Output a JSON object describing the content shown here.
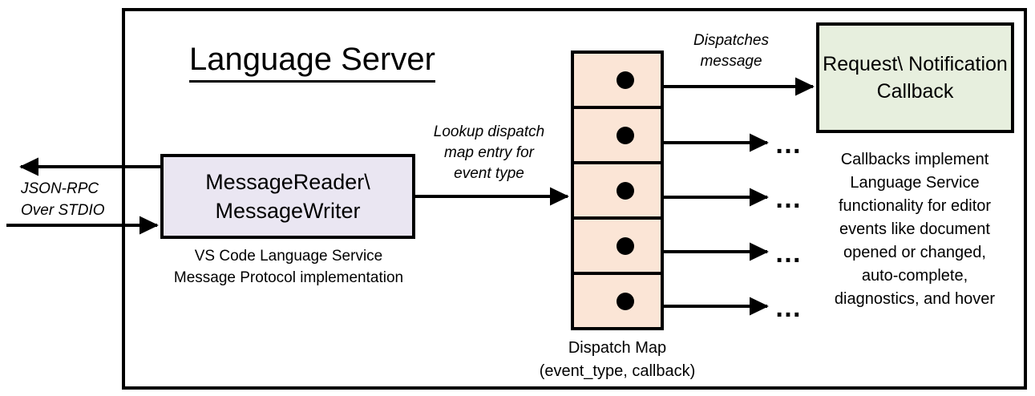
{
  "diagram": {
    "title": "Language Server",
    "frame_label": "language-server-boundary",
    "colors": {
      "reader_box_fill": "#EAE6F2",
      "dispatch_map_fill": "#FBE5D6",
      "callback_box_fill": "#E7EFDE",
      "stroke": "#000000",
      "background": "#FFFFFF"
    }
  },
  "reader": {
    "box_label": "MessageReader\\\nMessageWriter",
    "caption": "VS Code Language Service\nMessage Protocol implementation"
  },
  "dispatch_map": {
    "caption": "Dispatch Map\n(event_type, callback)",
    "cells": [
      {
        "index": 1,
        "dot": "callback-dot"
      },
      {
        "index": 2,
        "dot": "callback-dot"
      },
      {
        "index": 3,
        "dot": "callback-dot"
      },
      {
        "index": 4,
        "dot": "callback-dot"
      },
      {
        "index": 5,
        "dot": "callback-dot"
      }
    ],
    "ellipses": [
      "…",
      "…",
      "…",
      "…"
    ]
  },
  "callback": {
    "box_label": "Request\\\nNotification\nCallback",
    "caption": "Callbacks implement\nLanguage Service\nfunctionality for editor\nevents like document\nopened or changed,\nauto-complete,\ndiagnostics, and hover"
  },
  "edges": {
    "transport": "JSON-RPC\nOver STDIO",
    "lookup": "Lookup dispatch\nmap entry for\nevent type",
    "dispatch": "Dispatches\nmessage"
  }
}
